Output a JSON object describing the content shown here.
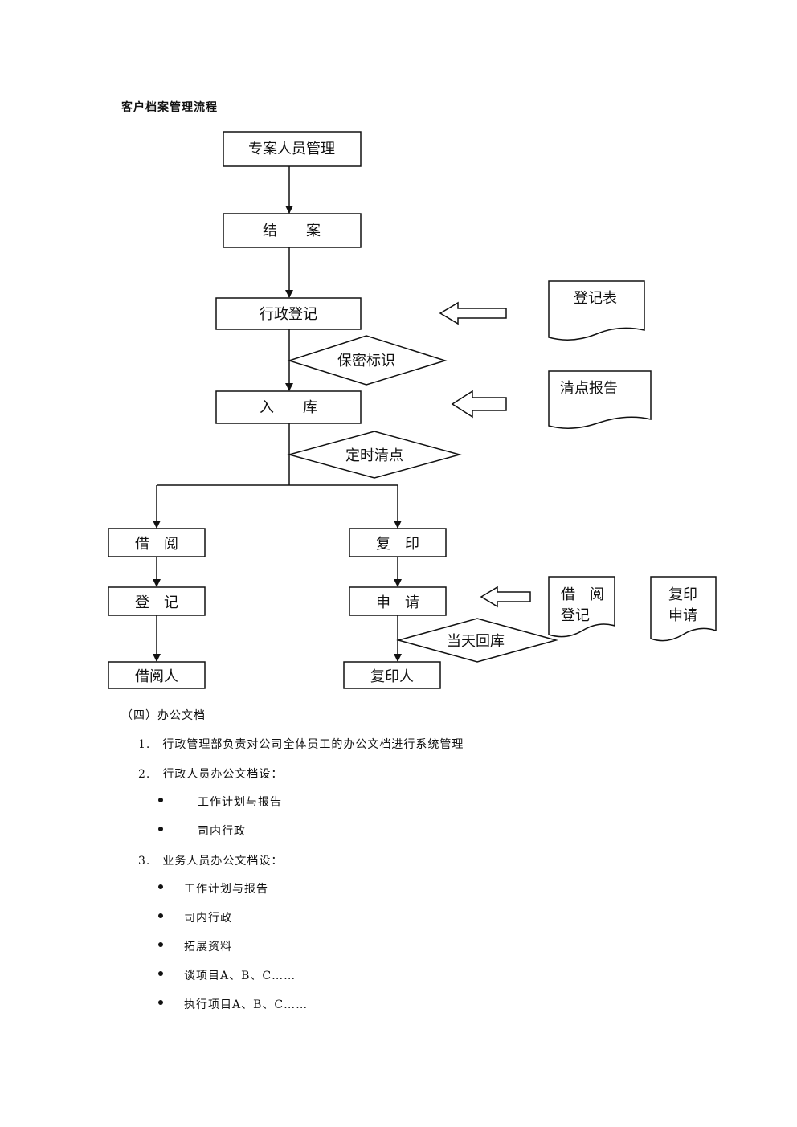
{
  "title": "客户档案管理流程",
  "flow": {
    "zhuanan": "专案人员管理",
    "jiean": "结　　案",
    "xingzheng_dengji": "行政登记",
    "baomi": "保密标识",
    "ruku": "入　　库",
    "dingshi": "定时清点",
    "jieyue": "借　阅",
    "fuyin": "复　印",
    "dengji": "登　记",
    "shenqing": "申　请",
    "dangtian": "当天回库",
    "jieyueren": "借阅人",
    "fuyinren": "复印人",
    "doc_dengjibiao": "登记表",
    "doc_qingdian": "清点报告",
    "doc_jieyue_l1": "借　阅",
    "doc_jieyue_l2": "登记",
    "doc_fuyin_l1": "复印",
    "doc_fuyin_l2": "申请"
  },
  "section": {
    "heading": "（四）办公文档",
    "item1": "1.　行政管理部负责对公司全体员工的办公文档进行系统管理",
    "item2": "2.　行政人员办公文档设：",
    "item2_bullets": [
      "工作计划与报告",
      "司内行政"
    ],
    "item3": "3.　业务人员办公文档设：",
    "item3_bullets": [
      "工作计划与报告",
      "司内行政",
      "拓展资料",
      "谈项目A、B、C……",
      "执行项目A、B、C……"
    ]
  }
}
